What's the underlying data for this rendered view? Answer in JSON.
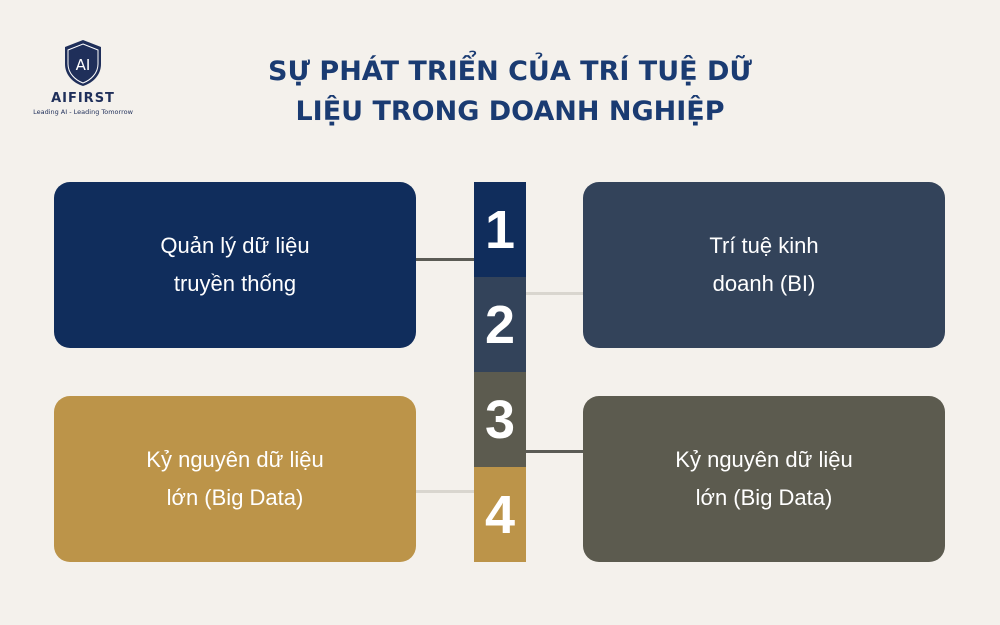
{
  "logo": {
    "mark": "AI",
    "name": "AIFIRST",
    "tagline": "Leading AI - Leading Tomorrow"
  },
  "title": {
    "line1": "SỰ PHÁT TRIỂN CỦA TRÍ TUỆ DỮ",
    "line2": "LIỆU TRONG DOANH NGHIỆP"
  },
  "steps": [
    {
      "number": "1",
      "label": "Quản lý dữ liệu truyền thống",
      "color": "#102d5c"
    },
    {
      "number": "2",
      "label": "Trí tuệ kinh doanh (BI)",
      "color": "#33435a"
    },
    {
      "number": "3",
      "label": "Kỷ nguyên dữ liệu lớn (Big Data)",
      "color": "#5c5b4f"
    },
    {
      "number": "4",
      "label": "Kỷ nguyên dữ liệu lớn (Big Data)",
      "color": "#bc9449"
    }
  ],
  "colors": {
    "background": "#f4f1ec",
    "title": "#1a3b72",
    "step3_card": "#5c5b4f"
  }
}
